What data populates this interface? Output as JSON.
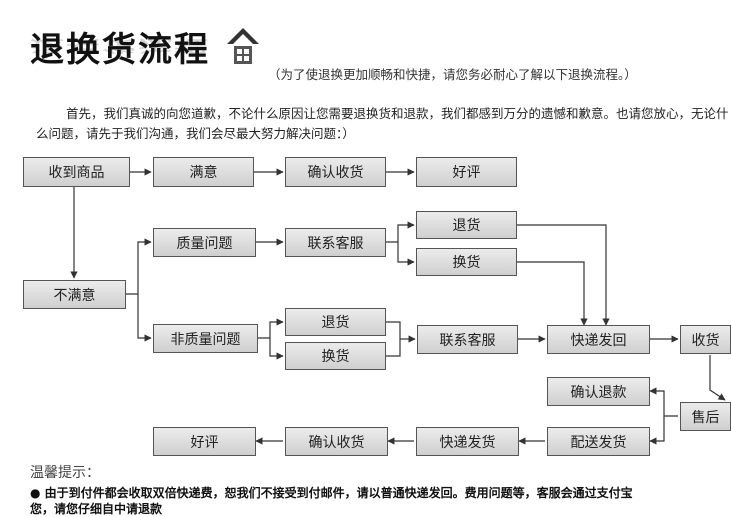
{
  "header": {
    "title": "退换货流程",
    "subtitle": "（为了使退换更加顺畅和快捷，请您务必耐心了解以下退换流程。）",
    "intro": "首先，我们真诚的向您道歉，不论什么原因让您需要退换货和退款，我们都感到万分的遗憾和歉意。也请您放心，无论什么问题，请先于我们沟通，我们会尽最大努力解决问题：）"
  },
  "nodes": {
    "received": "收到商品",
    "satisfied": "满意",
    "confirm_receipt_top": "确认收货",
    "good_review_top": "好评",
    "quality_issue": "质量问题",
    "contact_cs_top": "联系客服",
    "return_top": "退货",
    "exchange_top": "换货",
    "unsatisfied": "不满意",
    "non_quality_issue": "非质量问题",
    "return_mid": "退货",
    "exchange_mid": "换货",
    "contact_cs_mid": "联系客服",
    "express_return": "快递发回",
    "seller_receive": "收货",
    "confirm_refund": "确认退款",
    "after_sales": "售后",
    "good_review_bottom": "好评",
    "confirm_receipt_bottom": "确认收货",
    "express_ship": "快递发货",
    "dispatch": "配送发货"
  },
  "tips": {
    "title": "温馨提示：",
    "line1": "● 由于到付件都会收取双倍快递费，恕我们不接受到付邮件，请以普通快递发回。费用问题等，客服会通过支付宝",
    "line2": "您，请您仔细自中请退款"
  }
}
